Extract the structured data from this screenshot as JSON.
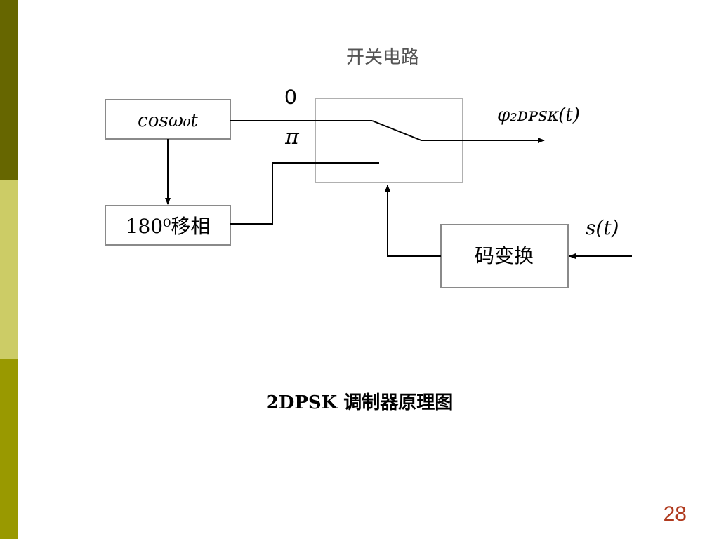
{
  "slide": {
    "caption": "2DPSK 调制器原理图",
    "page_number": "28",
    "page_number_color": "#b03a1e"
  },
  "diagram": {
    "switch_title": "开关电路",
    "carrier_label": "cosω₀t",
    "phase_shift_label": "180⁰移相",
    "code_transform_label": "码变换",
    "label_zero": "0",
    "label_pi": "π",
    "output_label": "φ₂ᴅᴘꜱᴋ(t)",
    "input_label": "s(t)"
  }
}
